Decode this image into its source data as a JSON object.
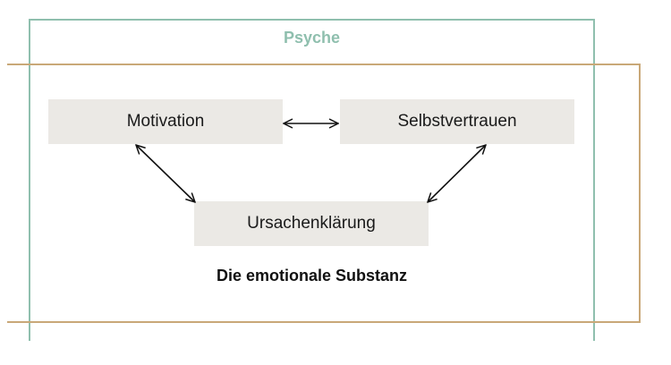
{
  "outer_label": "Psyche",
  "boxes": {
    "motivation": "Motivation",
    "selbstvertrauen": "Selbstvertrauen",
    "ursachenklaerung": "Ursachenklärung"
  },
  "caption": "Die emotionale Substanz",
  "colors": {
    "psyche_frame": "#8fbfae",
    "substance_frame": "#c9a878",
    "box_fill": "#ebe9e5"
  }
}
